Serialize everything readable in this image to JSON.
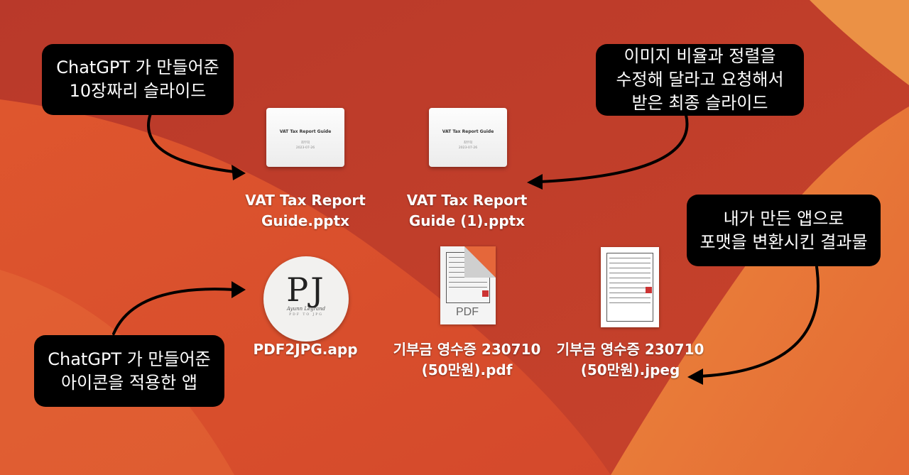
{
  "bubbles": {
    "top_left": "ChatGPT 가 만들어준\n10장짜리 슬라이드",
    "top_right": "이미지 비율과 정렬을\n수정해 달라고 요청해서\n받은 최종 슬라이드",
    "middle_right": "내가 만든 앱으로\n포맷을 변환시킨 결과물",
    "bottom_left": "ChatGPT 가 만들어준\n아이콘을 적용한 앱"
  },
  "files": {
    "pptx1": {
      "name": "VAT Tax Report\nGuide.pptx",
      "slide_title": "VAT Tax Report Guide",
      "slide_author": "최무희",
      "slide_date": "2023-07-26"
    },
    "pptx2": {
      "name": "VAT Tax Report\nGuide (1).pptx",
      "slide_title": "VAT Tax Report Guide",
      "slide_author": "최무희",
      "slide_date": "2023-07-26"
    },
    "app": {
      "name": "PDF2JPG.app",
      "monogram": "PJ",
      "script": "Ayunn Legrand",
      "sub": "PDF TO JPG"
    },
    "pdf": {
      "name": "기부금 영수증 230710\n(50만원).pdf",
      "badge": "PDF"
    },
    "jpeg": {
      "name": "기부금 영수증 230710\n(50만원).jpeg"
    }
  },
  "colors": {
    "wallpaper_dark": "#c2402a",
    "wallpaper_mid": "#dc5a30",
    "wallpaper_light": "#ef8a45",
    "bubble": "#000000",
    "arrow": "#000000"
  }
}
